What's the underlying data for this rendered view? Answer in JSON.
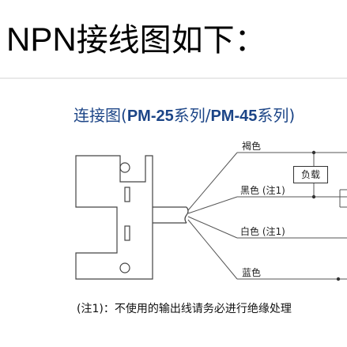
{
  "page_title": {
    "latin": "NPN",
    "cjk": "接线图如下："
  },
  "diagram": {
    "title_prefix": "连接图(",
    "model_a": "PM-25",
    "series_a": "系列/",
    "model_b": "PM-45",
    "series_b": "系列)",
    "wires": {
      "brown": "褐色",
      "black": "黑色 (注1)",
      "white": "白色 (注1)",
      "blue": "蓝色"
    },
    "load_label": "负载",
    "colors": {
      "title": "#1c4587",
      "line": "#555555",
      "node": "#333333"
    }
  },
  "note": "(注1)：不使用的输出线请务必进行绝缘处理"
}
